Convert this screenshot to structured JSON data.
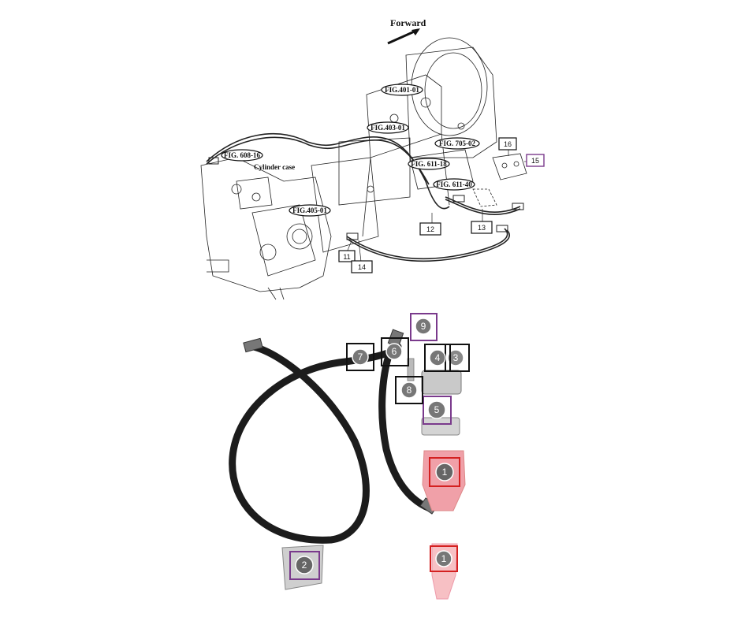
{
  "diagram": {
    "direction_label": "Forward",
    "fig_refs": [
      "FIG.401-01",
      "FIG.403-01",
      "FIG. 705-02",
      "FIG. 611-18",
      "FIG. 611-40",
      "FIG. 608-16",
      "FIG.405-01"
    ],
    "cylinder_label": "Cylinder case",
    "part_numbers": [
      "11",
      "12",
      "13",
      "14",
      "15",
      "16"
    ],
    "photo_callouts": [
      "1",
      "2",
      "3",
      "4",
      "5",
      "6",
      "7",
      "8",
      "9",
      "1"
    ]
  },
  "colors": {
    "callout_black": "#111111",
    "callout_purple": "#7a3a8c",
    "callout_red": "#d42020",
    "hose": "#1c1c1c",
    "pink_bracket": "#f0a0a8"
  }
}
